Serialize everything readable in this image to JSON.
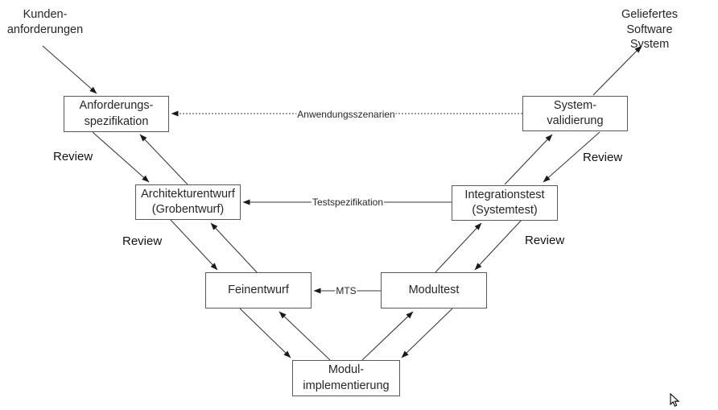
{
  "diagram": {
    "external_labels": {
      "customer_requirements": "Kunden-\nanforderungen",
      "delivered_system": "Geliefertes Software\nSystem"
    },
    "nodes": [
      {
        "id": "anforderungsspezifikation",
        "label": "Anforderungs-\nspezifikation"
      },
      {
        "id": "systemvalidierung",
        "label": "System-\nvalidierung"
      },
      {
        "id": "architekturentwurf",
        "label": "Architekturentwurf\n(Grobentwurf)"
      },
      {
        "id": "integrationstest",
        "label": "Integrationstest\n(Systemtest)"
      },
      {
        "id": "feinentwurf",
        "label": "Feinentwurf"
      },
      {
        "id": "modultest",
        "label": "Modultest"
      },
      {
        "id": "modulimplementierung",
        "label": "Modul-\nimplementierung"
      }
    ],
    "connector_labels": {
      "anwendungsszenarien": "Anwendungsszenarien",
      "testspezifikation": "Testspezifikation",
      "mts": "MTS"
    },
    "review_label": "Review",
    "colors": {
      "box_border": "#595959",
      "line": "#3a3a3a",
      "text": "#262626"
    }
  }
}
